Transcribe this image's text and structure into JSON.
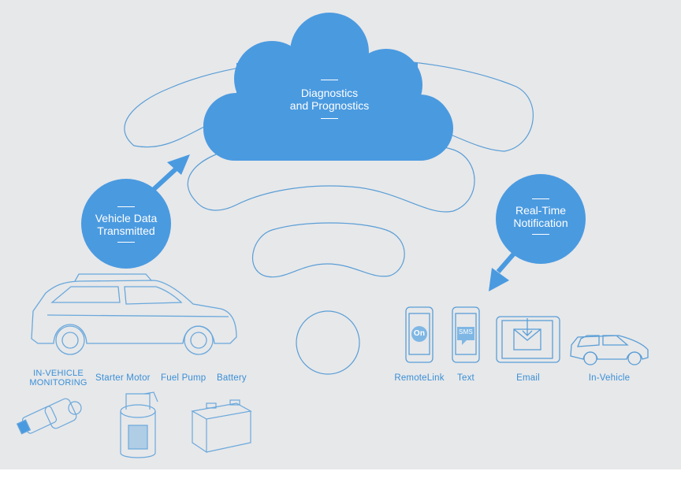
{
  "cloud": {
    "line1": "Diagnostics",
    "line2": "and Prognostics"
  },
  "left_bubble": {
    "line1": "Vehicle Data",
    "line2": "Transmitted"
  },
  "right_bubble": {
    "line1": "Real-Time",
    "line2": "Notification"
  },
  "sources": {
    "monitoring_line1": "IN-VEHICLE",
    "monitoring_line2": "MONITORING",
    "starter": "Starter Motor",
    "fuel_pump": "Fuel Pump",
    "battery": "Battery"
  },
  "channels": {
    "remotelink": "RemoteLink",
    "text": "Text",
    "email": "Email",
    "in_vehicle": "In-Vehicle",
    "onstar_glyph": "On",
    "sms_glyph": "SMS"
  },
  "colors": {
    "accent": "#4a9ae0",
    "background": "#e7e8ea",
    "outline": "#5a9ed6"
  }
}
